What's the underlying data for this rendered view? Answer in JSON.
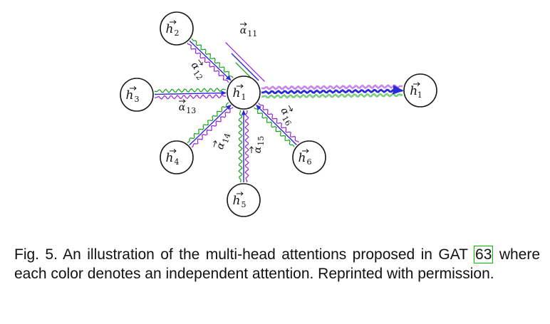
{
  "diagram": {
    "nodes": [
      {
        "id": "h1",
        "symbol": "h",
        "sub": "1",
        "prime": false
      },
      {
        "id": "h2",
        "symbol": "h",
        "sub": "2",
        "prime": false
      },
      {
        "id": "h3",
        "symbol": "h",
        "sub": "3",
        "prime": false
      },
      {
        "id": "h4",
        "symbol": "h",
        "sub": "4",
        "prime": false
      },
      {
        "id": "h5",
        "symbol": "h",
        "sub": "5",
        "prime": false
      },
      {
        "id": "h6",
        "symbol": "h",
        "sub": "6",
        "prime": false
      },
      {
        "id": "h1p",
        "symbol": "h",
        "sub": "1",
        "prime": true
      }
    ],
    "edge_labels": [
      {
        "id": "a11",
        "symbol": "α",
        "sub": "11"
      },
      {
        "id": "a12",
        "symbol": "α",
        "sub": "12"
      },
      {
        "id": "a13",
        "symbol": "α",
        "sub": "13"
      },
      {
        "id": "a14",
        "symbol": "α",
        "sub": "14"
      },
      {
        "id": "a15",
        "symbol": "α",
        "sub": "15"
      },
      {
        "id": "a16",
        "symbol": "α",
        "sub": "16"
      }
    ],
    "head_colors": [
      "#2a2ad8",
      "#17a317",
      "#9a22d8"
    ]
  },
  "caption": {
    "prefix": "Fig. 5. An illustration of the multi-head attentions proposed in GAT ",
    "ref": "63",
    "suffix": " where each color denotes an independent attention. Reprinted with permission."
  }
}
